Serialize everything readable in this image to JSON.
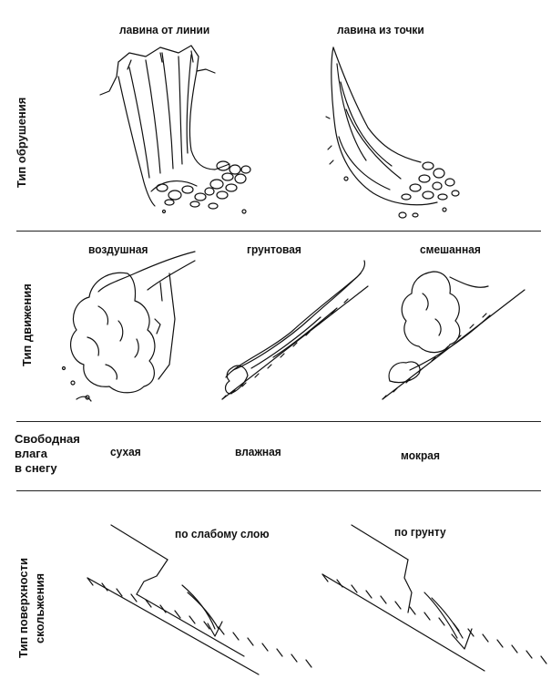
{
  "rows": {
    "release": {
      "header": "Тип обрушения",
      "items": [
        "лавина от линии",
        "лавина из точки"
      ]
    },
    "motion": {
      "header": "Тип движения",
      "items": [
        "воздушная",
        "грунтовая",
        "смешанная"
      ]
    },
    "moisture": {
      "header_lines": [
        "Свободная",
        "влага",
        "в снегу"
      ],
      "items": [
        "сухая",
        "влажная",
        "мокрая"
      ]
    },
    "sliding": {
      "header_lines": [
        "Тип поверхности",
        "скольжения"
      ],
      "items": [
        "по слабому слою",
        "по грунту"
      ]
    }
  }
}
